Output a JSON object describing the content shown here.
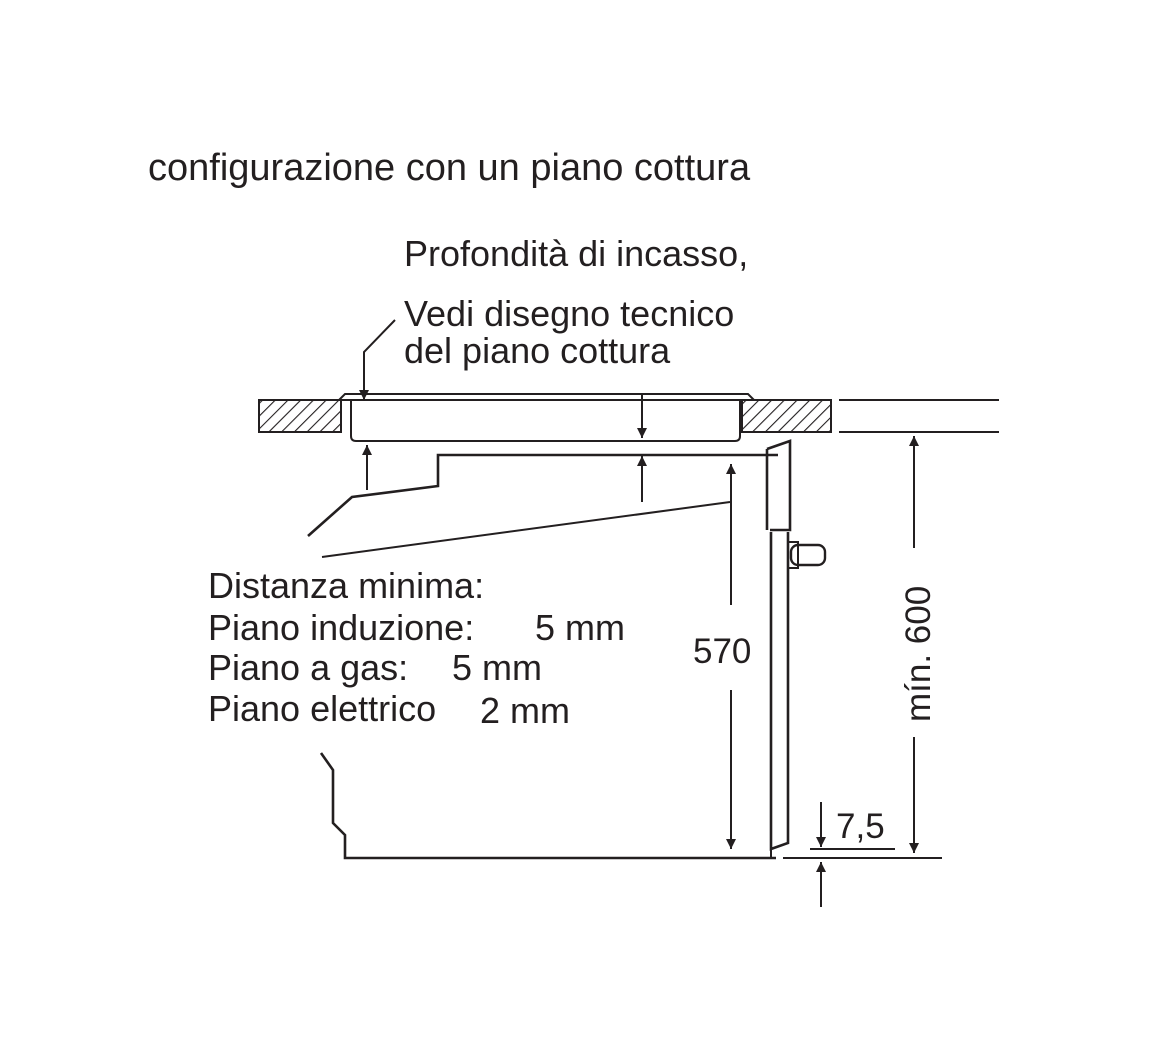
{
  "title": "configurazione con un piano cottura",
  "callout": {
    "line1": "Profondità di incasso,",
    "line2": "Vedi disegno tecnico",
    "line3": "del piano cottura"
  },
  "min_distance": {
    "heading": "Distanza minima:",
    "induction_label": "Piano induzione:",
    "induction_value": "5 mm",
    "gas_label": "Piano a gas:",
    "gas_value": "5 mm",
    "electric_label": "Piano elettrico",
    "electric_value": "2 mm"
  },
  "dimensions": {
    "oven_height": "570",
    "niche_height": "mín. 600",
    "bottom_offset": "7,5"
  },
  "colors": {
    "line": "#231f20",
    "background": "#ffffff"
  }
}
